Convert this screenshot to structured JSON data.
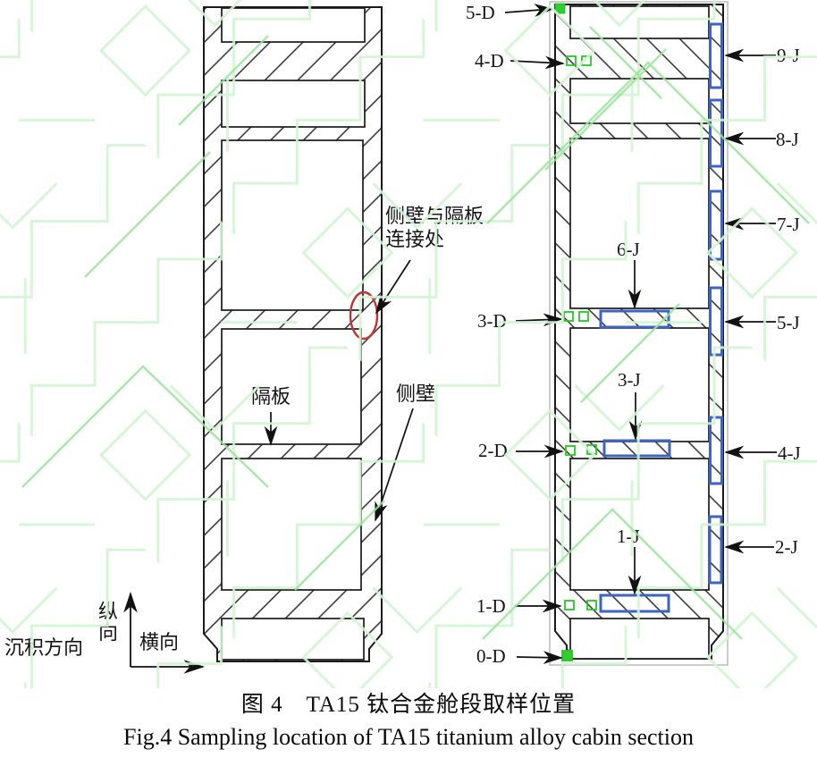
{
  "figure": {
    "caption_zh": "图 4　TA15 钛合金舱段取样位置",
    "caption_en": "Fig.4 Sampling location of TA15 titanium alloy cabin section"
  },
  "left_diagram": {
    "junction_label": "侧壁与隔板\n连接处",
    "bulkhead_label": "隔板",
    "sidewall_label": "侧壁",
    "axis": {
      "longitudinal": "纵向",
      "transverse": "横向",
      "deposition": "沉积方向"
    }
  },
  "right_diagram": {
    "d_labels": [
      "5-D",
      "4-D",
      "3-D",
      "2-D",
      "1-D",
      "0-D"
    ],
    "j_wall_labels": [
      "9-J",
      "8-J",
      "7-J",
      "5-J",
      "4-J",
      "2-J"
    ],
    "j_bulkhead_labels": [
      "6-J",
      "3-J",
      "1-J"
    ]
  },
  "colors": {
    "sample_outline_blue": "#3c64c0",
    "marker_green": "#25c825",
    "highlight_red": "#c23535",
    "watermark_green": "#d2f4d2",
    "line_black": "#1b1b1b"
  }
}
